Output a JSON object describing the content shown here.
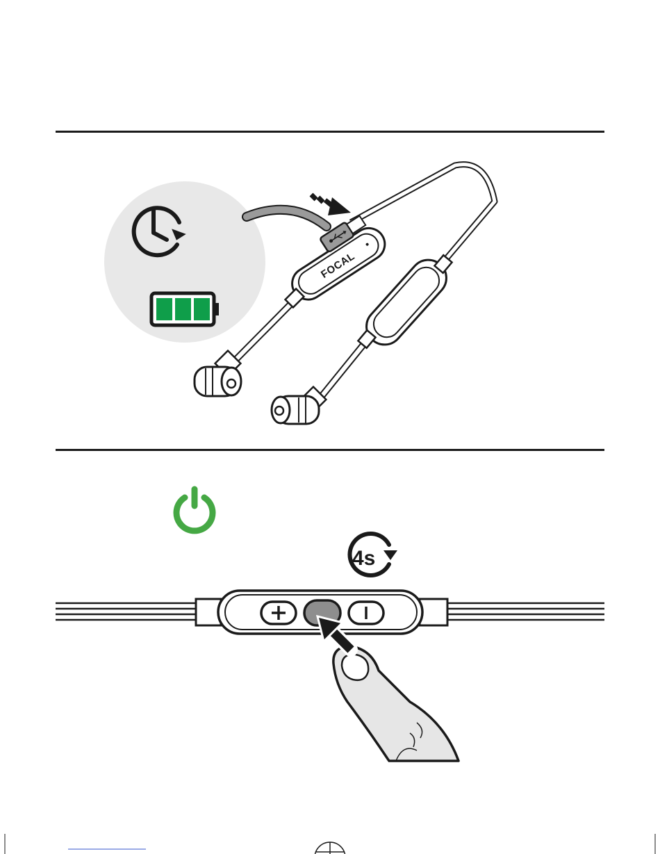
{
  "step1": {
    "brand_label": "FOCAL",
    "icons": [
      "clock-charging-icon",
      "battery-full-icon",
      "usb-icon",
      "insert-arrow-icon"
    ],
    "battery_level": 1.0
  },
  "step2": {
    "timer_label": "4s",
    "icons": [
      "power-icon",
      "timer-icon",
      "plus-icon",
      "minus-icon",
      "press-arrow-icon"
    ]
  },
  "colors": {
    "line": "#1a1a1a",
    "power_green": "#45a844",
    "battery_green": "#0f9e4a",
    "halo_grey": "#e8e8e8",
    "cable_grey": "#9a9a9a",
    "button_grey": "#8e8e8e",
    "skin_grey": "#e6e6e6"
  }
}
